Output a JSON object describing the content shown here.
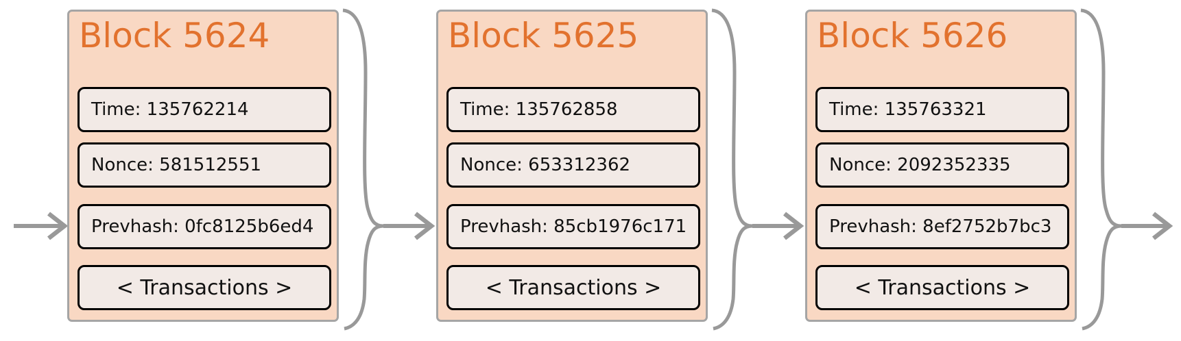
{
  "diagram_title": "",
  "colors": {
    "background": "#ffffff",
    "block_fill": "#f9d8c3",
    "block_border": "#a5a5a5",
    "block_title": "#e2722e",
    "field_fill": "#f2eae6",
    "field_border": "#000000",
    "field_text": "#111111",
    "connector": "#999999"
  },
  "blocks": [
    {
      "title": "Block 5624",
      "time": "Time: 135762214",
      "nonce": "Nonce: 581512551",
      "prevhash": "Prevhash: 0fc8125b6ed4",
      "transactions": "< Transactions >"
    },
    {
      "title": "Block 5625",
      "time": "Time: 135762858",
      "nonce": "Nonce: 653312362",
      "prevhash": "Prevhash: 85cb1976c171",
      "transactions": "< Transactions >"
    },
    {
      "title": "Block 5626",
      "time": "Time: 135763321",
      "nonce": "Nonce: 2092352335",
      "prevhash": "Prevhash: 8ef2752b7bc3",
      "transactions": "< Transactions >"
    }
  ],
  "connectors": {
    "incoming": "arrow-right-icon",
    "link_1": "brace-arrow-right-icon",
    "link_2": "brace-arrow-right-icon",
    "outgoing": "brace-arrow-right-icon"
  }
}
